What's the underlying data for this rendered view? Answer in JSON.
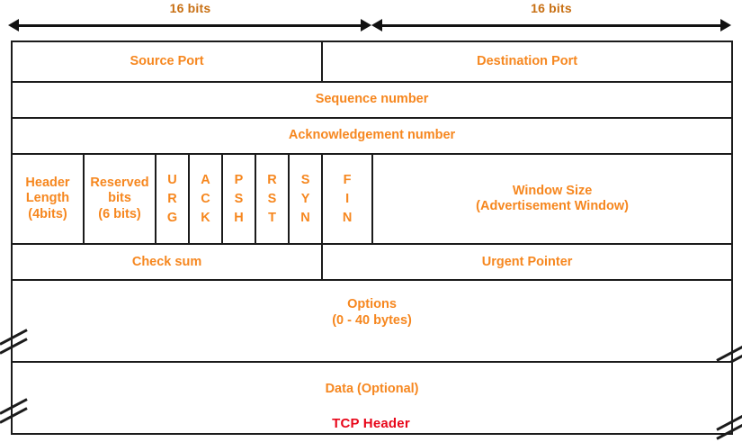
{
  "ruler": {
    "left_label": "16 bits",
    "right_label": "16 bits"
  },
  "caption": "TCP Header",
  "colors": {
    "field_label": "#f6871f",
    "ruler_label": "#c87014",
    "caption": "#e8071a",
    "border": "#1b1b1b",
    "background": "#ffffff"
  },
  "rows": {
    "ports": {
      "source_port": "Source Port",
      "destination_port": "Destination Port"
    },
    "sequence": {
      "label": "Sequence number"
    },
    "acknowledgement": {
      "label": "Acknowledgement number"
    },
    "flags": {
      "header_length": "Header\nLength\n(4bits)",
      "reserved_bits": "Reserved\nbits\n(6 bits)",
      "urg": "U\nR\nG",
      "ack": "A\nC\nK",
      "psh": "P\nS\nH",
      "rst": "R\nS\nT",
      "syn": "S\nY\nN",
      "fin": "F\nI\nN",
      "window_size": "Window Size\n(Advertisement Window)"
    },
    "checksum": {
      "check_sum": "Check sum",
      "urgent_pointer": "Urgent Pointer"
    },
    "options": {
      "label": "Options\n(0 - 40 bytes)"
    },
    "data": {
      "label": "Data (Optional)"
    }
  }
}
